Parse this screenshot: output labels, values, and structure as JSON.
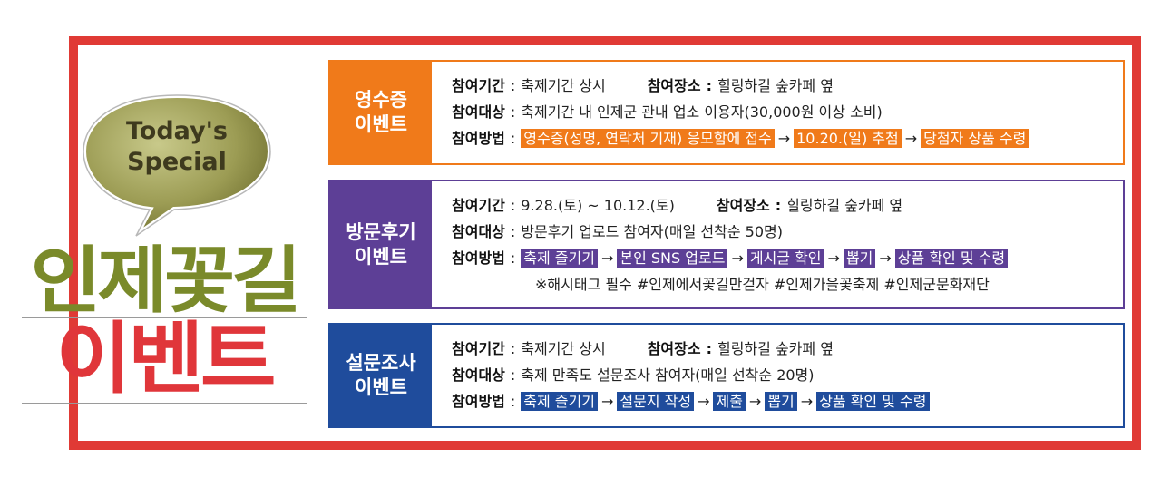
{
  "bubble": {
    "line1": "Today's",
    "line2": "Special"
  },
  "title": {
    "line1": "인제꽃길",
    "line2": "이벤트"
  },
  "colors": {
    "frame": "#e03a35",
    "orange": "#f07a1a",
    "purple": "#5d3f96",
    "blue": "#1f4c9c",
    "bubble": "#8a8a3e"
  },
  "events": [
    {
      "label1": "영수증",
      "label2": "이벤트",
      "period_key": "참여기간",
      "period_val": "축제기간 상시",
      "place_key": "참여장소",
      "place_val": "힐링하길 숲카페 옆",
      "target_key": "참여대상",
      "target_val": "축제기간 내 인제군 관내 업소 이용자(30,000원 이상 소비)",
      "method_key": "참여방법",
      "steps": [
        "영수증(성명, 연락처 기재) 응모함에 접수",
        "10.20.(일) 추첨",
        "당첨자 상품 수령"
      ]
    },
    {
      "label1": "방문후기",
      "label2": "이벤트",
      "period_key": "참여기간",
      "period_val": "9.28.(토) ~ 10.12.(토)",
      "place_key": "참여장소",
      "place_val": "힐링하길 숲카페 옆",
      "target_key": "참여대상",
      "target_val": "방문후기 업로드 참여자(매일 선착순 50명)",
      "method_key": "참여방법",
      "steps": [
        "축제 즐기기",
        "본인 SNS 업로드",
        "게시글 확인",
        "뽑기",
        "상품 확인 및 수령"
      ],
      "note": "※해시태그 필수 #인제에서꽃길만걷자 #인제가을꽃축제 #인제군문화재단"
    },
    {
      "label1": "설문조사",
      "label2": "이벤트",
      "period_key": "참여기간",
      "period_val": "축제기간 상시",
      "place_key": "참여장소",
      "place_val": "힐링하길 숲카페 옆",
      "target_key": "참여대상",
      "target_val": "축제 만족도 설문조사 참여자(매일 선착순 20명)",
      "method_key": "참여방법",
      "steps": [
        "축제 즐기기",
        "설문지 작성",
        "제출",
        "뽑기",
        "상품 확인 및 수령"
      ]
    }
  ]
}
